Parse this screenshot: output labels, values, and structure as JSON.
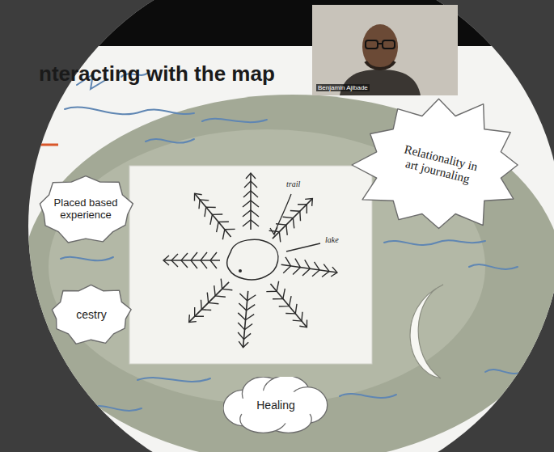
{
  "diagram": {
    "title": "nteracting with the map",
    "nodes": [
      {
        "text": [
          "Relationality in art journaling"
        ]
      },
      {
        "text": [
          "Placed based experience"
        ]
      },
      {
        "text": [
          "cestry"
        ]
      },
      {
        "text": [
          "Healing"
        ]
      }
    ],
    "labels": [
      "Benjamin Ajibade",
      "trail",
      "lake"
    ]
  }
}
